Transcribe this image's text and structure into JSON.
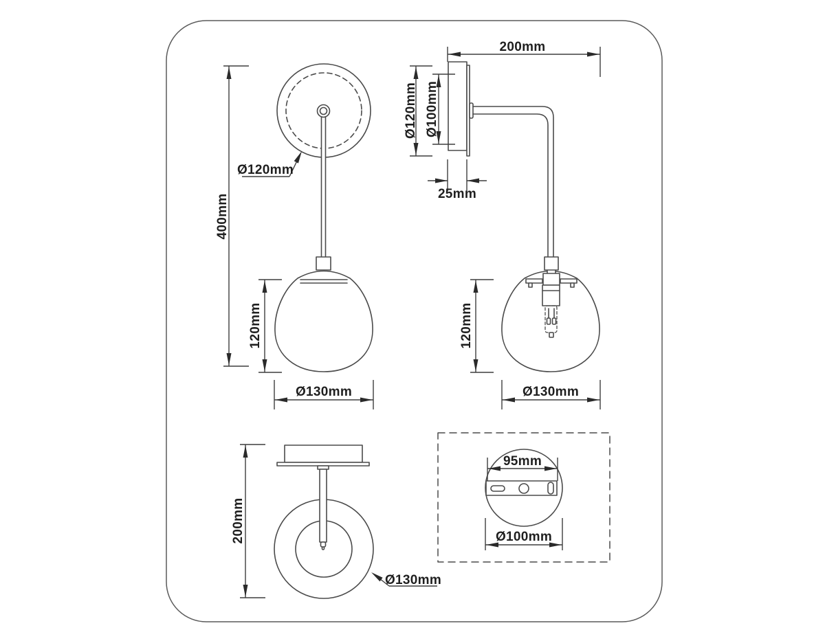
{
  "page": {
    "background": "#ffffff",
    "description": "Technical dimensional line drawing of a wall sconce lamp with glass dome shade, four views inside a rounded border"
  },
  "colors": {
    "line": "#4a4a4a",
    "dimension": "#3d3d3d",
    "text": "#1f1f1f",
    "background": "#ffffff"
  },
  "views": {
    "front": {
      "name": "front view",
      "dims": {
        "overall_height": "400mm",
        "canopy_diameter": "Ø120mm",
        "shade_height": "120mm",
        "shade_diameter": "Ø130mm"
      }
    },
    "side": {
      "name": "side view",
      "dims": {
        "projection": "200mm",
        "canopy_outer_diameter": "Ø120mm",
        "canopy_inner_diameter": "Ø100mm",
        "canopy_depth": "25mm",
        "shade_height": "120mm",
        "shade_diameter": "Ø130mm"
      }
    },
    "top": {
      "name": "top view",
      "dims": {
        "projection_depth": "200mm",
        "shade_diameter": "Ø130mm"
      }
    },
    "detail": {
      "name": "mounting plate detail",
      "dims": {
        "mounting_hole_spacing": "95mm",
        "mounting_plate_diameter": "Ø100mm"
      }
    }
  }
}
